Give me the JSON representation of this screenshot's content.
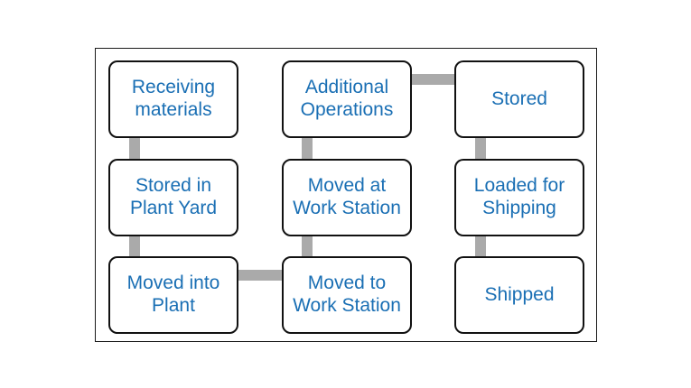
{
  "diagram": {
    "colors": {
      "text": "#1a6fb4",
      "border": "#111111",
      "connector": "#aaaaaa"
    },
    "nodes": [
      {
        "id": "receiving-materials",
        "label": "Receiving\nmaterials"
      },
      {
        "id": "stored-in-plant-yard",
        "label": "Stored in\nPlant Yard"
      },
      {
        "id": "moved-into-plant",
        "label": "Moved into\nPlant"
      },
      {
        "id": "moved-to-work-station",
        "label": "Moved to\nWork Station"
      },
      {
        "id": "moved-at-work-station",
        "label": "Moved at\nWork Station"
      },
      {
        "id": "additional-operations",
        "label": "Additional\nOperations"
      },
      {
        "id": "stored",
        "label": "Stored"
      },
      {
        "id": "loaded-for-shipping",
        "label": "Loaded for\nShipping"
      },
      {
        "id": "shipped",
        "label": "Shipped"
      }
    ],
    "edges": [
      {
        "from": "receiving-materials",
        "to": "stored-in-plant-yard"
      },
      {
        "from": "stored-in-plant-yard",
        "to": "moved-into-plant"
      },
      {
        "from": "moved-into-plant",
        "to": "moved-to-work-station"
      },
      {
        "from": "moved-to-work-station",
        "to": "moved-at-work-station"
      },
      {
        "from": "moved-at-work-station",
        "to": "additional-operations"
      },
      {
        "from": "additional-operations",
        "to": "stored"
      },
      {
        "from": "stored",
        "to": "loaded-for-shipping"
      },
      {
        "from": "loaded-for-shipping",
        "to": "shipped"
      }
    ]
  }
}
